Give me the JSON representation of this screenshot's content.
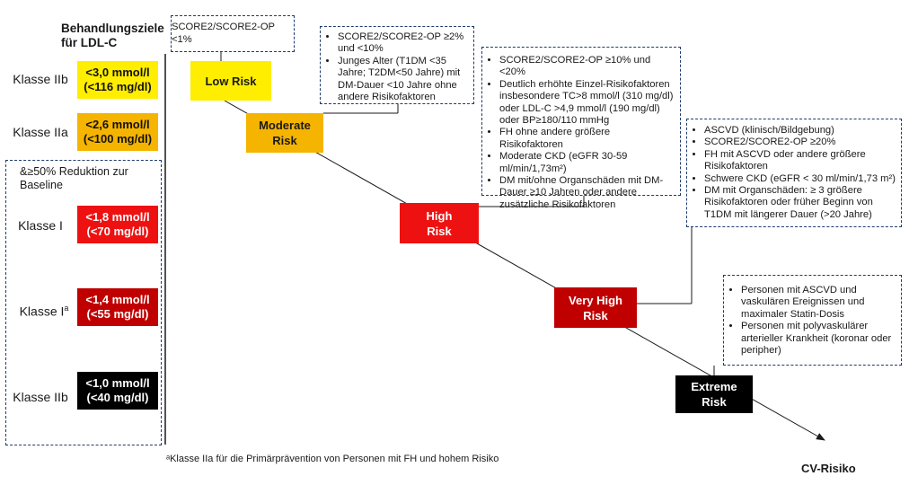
{
  "header": {
    "line1": "Behandlungsziele",
    "line2": "für LDL-C"
  },
  "targets": [
    {
      "class": "Klasse IIb",
      "line1": "<3,0 mmol/l",
      "line2": "(<116 mg/dl)",
      "color": "#ffee00"
    },
    {
      "class": "Klasse IIa",
      "line1": "<2,6 mmol/l",
      "line2": "(<100 mg/dl)",
      "color": "#f5b400"
    },
    {
      "class": "Klasse I",
      "line1": "<1,8 mmol/l",
      "line2": "(<70 mg/dl)",
      "color": "#ee1111"
    },
    {
      "class": "Klasse I",
      "class_sup": "a",
      "line1": "<1,4 mmol/l",
      "line2": "(<55 mg/dl)",
      "color": "#c00000"
    },
    {
      "class": "Klasse IIb",
      "line1": "<1,0 mmol/l",
      "line2": "(<40 mg/dl)",
      "color": "#000000"
    }
  ],
  "reduction_note": "&≥50% Reduktion zur Baseline",
  "risks": [
    {
      "line1": "Low Risk",
      "line2": "",
      "color": "#ffee00",
      "text_color": "#1a1a1a"
    },
    {
      "line1": "Moderate",
      "line2": "Risk",
      "color": "#f5b400",
      "text_color": "#1a1a1a"
    },
    {
      "line1": "High",
      "line2": "Risk",
      "color": "#ee1111",
      "text_color": "#ffffff"
    },
    {
      "line1": "Very High",
      "line2": "Risk",
      "color": "#c00000",
      "text_color": "#ffffff"
    },
    {
      "line1": "Extreme",
      "line2": "Risk",
      "color": "#000000",
      "text_color": "#ffffff"
    }
  ],
  "callouts": {
    "low": "SCORE2/SCORE2-OP <1%",
    "moderate": [
      "SCORE2/SCORE2-OP ≥2% und <10%",
      "Junges Alter (T1DM <35 Jahre; T2DM<50 Jahre) mit DM-Dauer <10 Jahre ohne andere Risikofaktoren"
    ],
    "high": [
      "SCORE2/SCORE2-OP ≥10% und <20%",
      "Deutlich erhöhte Einzel-Risikofaktoren insbesondere TC>8 mmol/l (310 mg/dl) oder LDL-C >4,9 mmol/l (190 mg/dl) oder BP≥180/110 mmHg",
      "FH ohne andere größere Risikofaktoren",
      "Moderate CKD (eGFR 30-59 ml/min/1,73m²)",
      "DM mit/ohne Organschäden mit DM-Dauer ≥10 Jahren oder andere zusätzliche Risikofaktoren"
    ],
    "very_high": [
      "ASCVD (klinisch/Bildgebung)",
      "SCORE2/SCORE2-OP ≥20%",
      "FH mit ASCVD oder andere größere Risikofaktoren",
      "Schwere CKD (eGFR < 30 ml/min/1,73 m²)",
      "DM mit Organschäden: ≥ 3 größere Risikofaktoren oder früher Beginn von T1DM mit längerer Dauer (>20 Jahre)"
    ],
    "extreme": [
      "Personen mit ASCVD und vaskulären Ereignissen und maximaler Statin-Dosis",
      "Personen mit polyvaskulärer arterieller Krankheit (koronar oder peripher)"
    ]
  },
  "footnote": "ᵃKlasse IIa für die Primärprävention von Personen mit FH und hohem Risiko",
  "axis_label": "CV-Risiko"
}
